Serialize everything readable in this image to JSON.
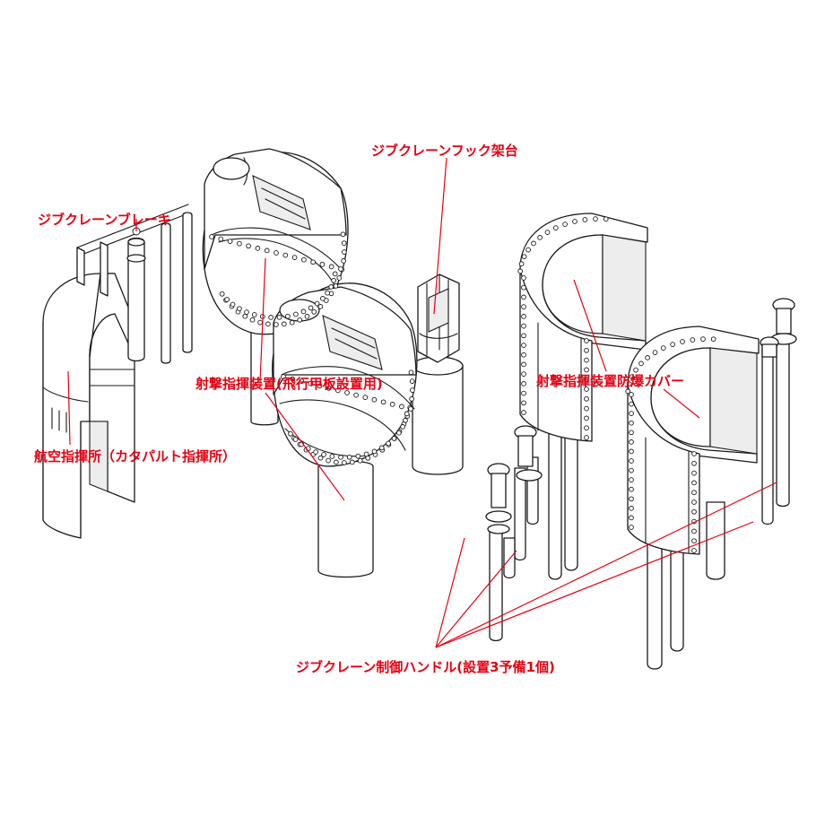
{
  "labels": {
    "hook_mount": "ジブクレーンフック架台",
    "brake": "ジブクレーンブレーキ",
    "fire_director": "射撃指揮装置(飛行甲板設置用)",
    "director_cover": "射撃指揮装置防爆カバー",
    "aviation_command": "航空指揮所（カタパルト指揮所）",
    "control_handle": "ジブクレーン制御ハンドル(設置3予備1個)"
  },
  "colors": {
    "label": "#e60012",
    "line": "#1a1a1a"
  }
}
